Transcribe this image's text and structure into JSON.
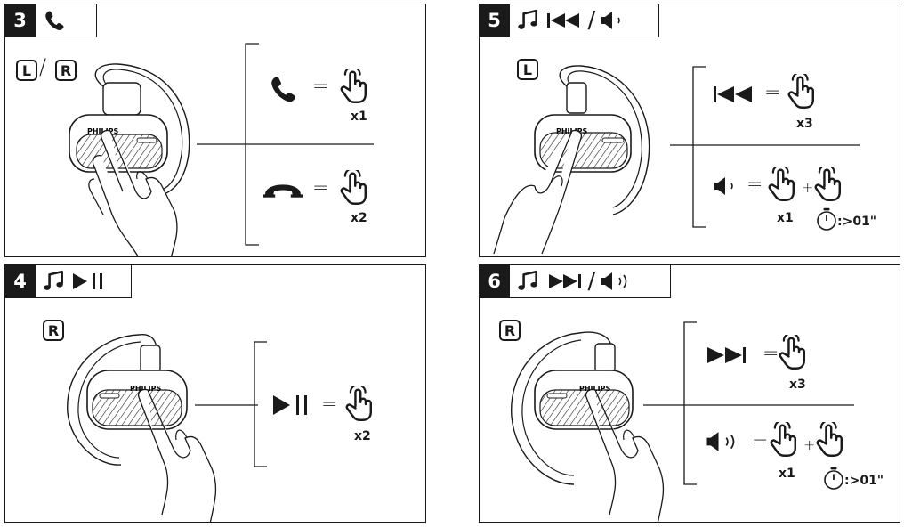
{
  "panels": {
    "p3": {
      "number": "3",
      "keys": [
        "L",
        "R"
      ],
      "tap_call": "x1",
      "tap_end": "x2"
    },
    "p4": {
      "number": "4",
      "keys": [
        "R"
      ],
      "tap_play": "x2"
    },
    "p5": {
      "number": "5",
      "keys": [
        "L"
      ],
      "tap_prev": "x3",
      "tap_voldown": "x1",
      "hold": ":>01\""
    },
    "p6": {
      "number": "6",
      "keys": [
        "R"
      ],
      "tap_next": "x3",
      "tap_volup": "x1",
      "hold": ":>01\""
    }
  },
  "brand_text": "PHILIPS",
  "symbols": {
    "equals": "=",
    "plus": "+",
    "slash": "/"
  },
  "icons": [
    "phone-icon",
    "hangup-icon",
    "tap-finger-icon",
    "music-note-icon",
    "play-pause-icon",
    "previous-track-icon",
    "next-track-icon",
    "volume-down-icon",
    "volume-up-icon",
    "timer-icon"
  ]
}
